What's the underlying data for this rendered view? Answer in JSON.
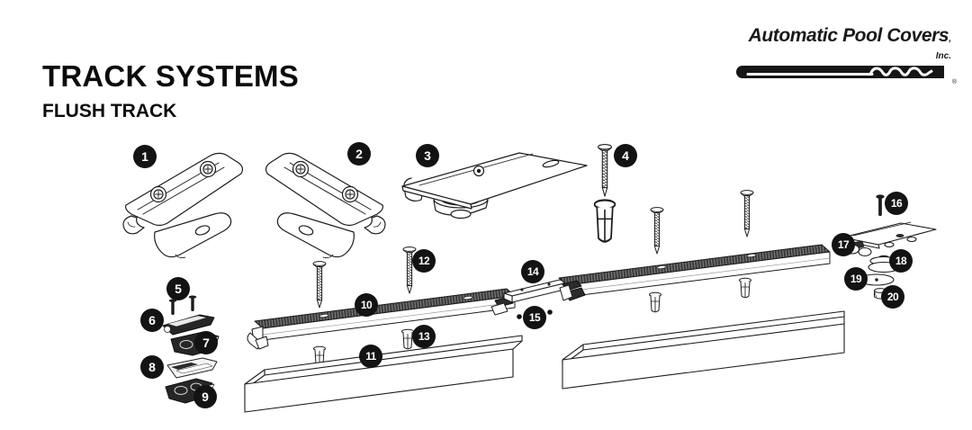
{
  "header": {
    "title": "TRACK SYSTEMS",
    "subtitle": "FLUSH TRACK"
  },
  "logo": {
    "brand": "Automatic Pool Covers",
    "suffix": ", Inc.",
    "registered": "®",
    "color": "#1a1a1a"
  },
  "diagram": {
    "type": "exploded-parts-diagram",
    "callout_bg": "#131313",
    "callout_fg": "#ffffff",
    "line_color": "#1d1d1d",
    "parts": [
      {
        "number": "1"
      },
      {
        "number": "2"
      },
      {
        "number": "3"
      },
      {
        "number": "4"
      },
      {
        "number": "5"
      },
      {
        "number": "6"
      },
      {
        "number": "7"
      },
      {
        "number": "8"
      },
      {
        "number": "9"
      },
      {
        "number": "10"
      },
      {
        "number": "11"
      },
      {
        "number": "12"
      },
      {
        "number": "13"
      },
      {
        "number": "14"
      },
      {
        "number": "15"
      },
      {
        "number": "16"
      },
      {
        "number": "17"
      },
      {
        "number": "18"
      },
      {
        "number": "19"
      },
      {
        "number": "20"
      }
    ]
  }
}
